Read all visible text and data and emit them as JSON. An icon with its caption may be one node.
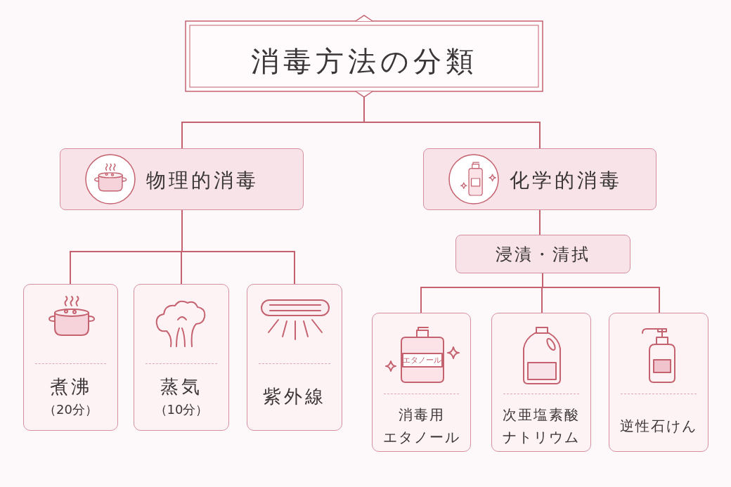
{
  "diagram": {
    "nodes": [
      {
        "text": [
          "消毒方法の分類"
        ]
      },
      {
        "text": [
          "物理的消毒"
        ]
      },
      {
        "text": [
          "化学的消毒"
        ]
      },
      {
        "text": [
          "浸漬・清拭"
        ]
      },
      {
        "text": [
          "煮沸",
          "（20分）"
        ]
      },
      {
        "text": [
          "蒸気",
          "（10分）"
        ]
      },
      {
        "text": [
          "紫外線"
        ]
      },
      {
        "text": [
          "消毒用エタノール"
        ]
      },
      {
        "text": [
          "次亜塩素酸ナトリウム"
        ]
      },
      {
        "text": [
          "逆性石けん"
        ]
      }
    ],
    "edges": [
      {
        "from": 0,
        "to": 1,
        "arrow": "none"
      },
      {
        "from": 0,
        "to": 2,
        "arrow": "none"
      },
      {
        "from": 1,
        "to": 4,
        "arrow": "none"
      },
      {
        "from": 1,
        "to": 5,
        "arrow": "none"
      },
      {
        "from": 1,
        "to": 6,
        "arrow": "none"
      },
      {
        "from": 2,
        "to": 3,
        "arrow": "none"
      },
      {
        "from": 3,
        "to": 7,
        "arrow": "none"
      },
      {
        "from": 3,
        "to": 8,
        "arrow": "none"
      },
      {
        "from": 3,
        "to": 9,
        "arrow": "none"
      }
    ],
    "labels": [
      "エタノール"
    ]
  }
}
